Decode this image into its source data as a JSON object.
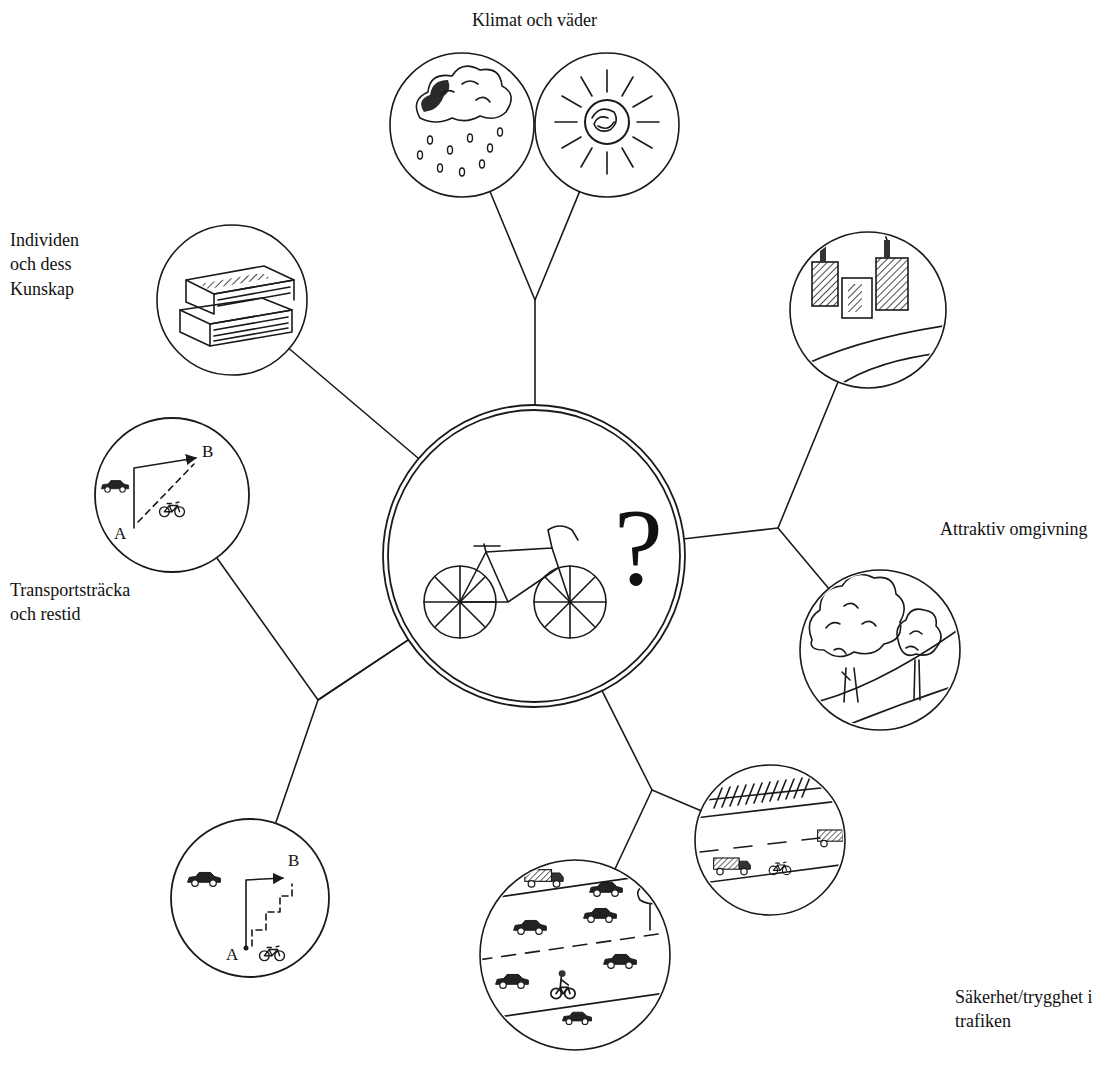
{
  "diagram": {
    "nodes": [
      {
        "text": [
          "?"
        ]
      },
      {
        "text": [
          "A",
          "B"
        ]
      },
      {
        "text": [
          "A",
          "B"
        ]
      }
    ],
    "edges": [
      {
        "from": 0,
        "to": 1,
        "arrow": "none"
      },
      {
        "from": 0,
        "to": 2,
        "arrow": "none"
      }
    ],
    "labels": [
      "Klimat och väder",
      "Individen och dess Kunskap",
      "Attraktiv omgivning",
      "Transportsträcka och restid",
      "Säkerhet/trygghet i trafiken"
    ]
  }
}
